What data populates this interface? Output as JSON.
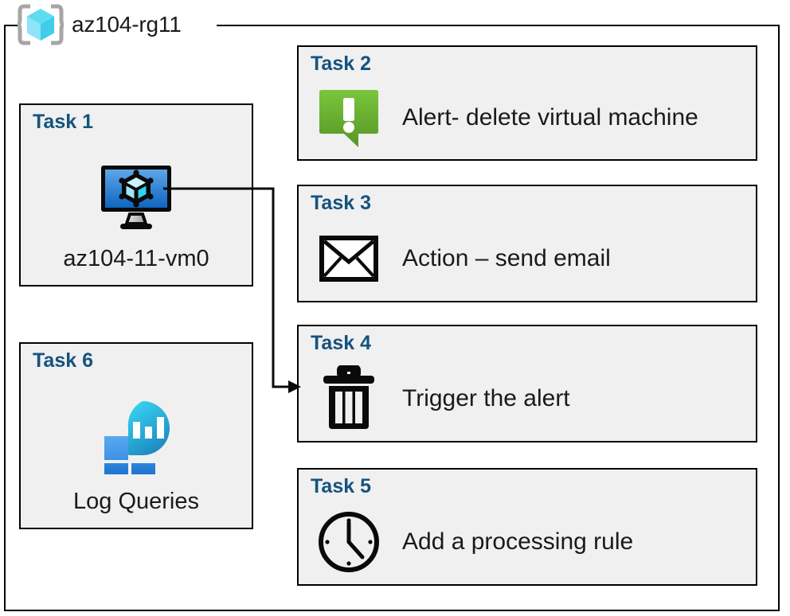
{
  "diagram": {
    "type": "azure-resource-group-task-diagram",
    "container": {
      "label": "az104-rg11",
      "icon": "azure-resource-group-icon"
    },
    "colors": {
      "task_label": "#15537e",
      "card_background": "#f0f0f0",
      "card_border": "#000000",
      "alert_green_light": "#76c13a",
      "alert_green_dark": "#5a9a2b",
      "vm_screen_blue_light": "#5ea7e8",
      "vm_screen_blue_dark": "#0f65c0",
      "log_cyan": "#32cdea",
      "log_blue": "#1e78c8",
      "icon_black": "#0a0a0a"
    },
    "cards": [
      {
        "id": "task-1",
        "label": "Task 1",
        "caption": "az104-11-vm0",
        "icon": "virtual-machine-icon",
        "column": "left"
      },
      {
        "id": "task-6",
        "label": "Task 6",
        "caption": "Log Queries",
        "icon": "log-analytics-icon",
        "column": "left"
      },
      {
        "id": "task-2",
        "label": "Task 2",
        "text": "Alert- delete virtual machine",
        "icon": "alert-bubble-icon",
        "column": "right"
      },
      {
        "id": "task-3",
        "label": "Task 3",
        "text": "Action – send email",
        "icon": "envelope-icon",
        "column": "right"
      },
      {
        "id": "task-4",
        "label": "Task 4",
        "text": "Trigger the alert",
        "icon": "trash-can-icon",
        "column": "right"
      },
      {
        "id": "task-5",
        "label": "Task 5",
        "text": "Add a processing rule",
        "icon": "clock-icon",
        "column": "right"
      }
    ],
    "connectors": [
      {
        "id": "vm-to-trigger",
        "from": "task-1",
        "to": "task-4",
        "arrow": "end"
      }
    ]
  }
}
